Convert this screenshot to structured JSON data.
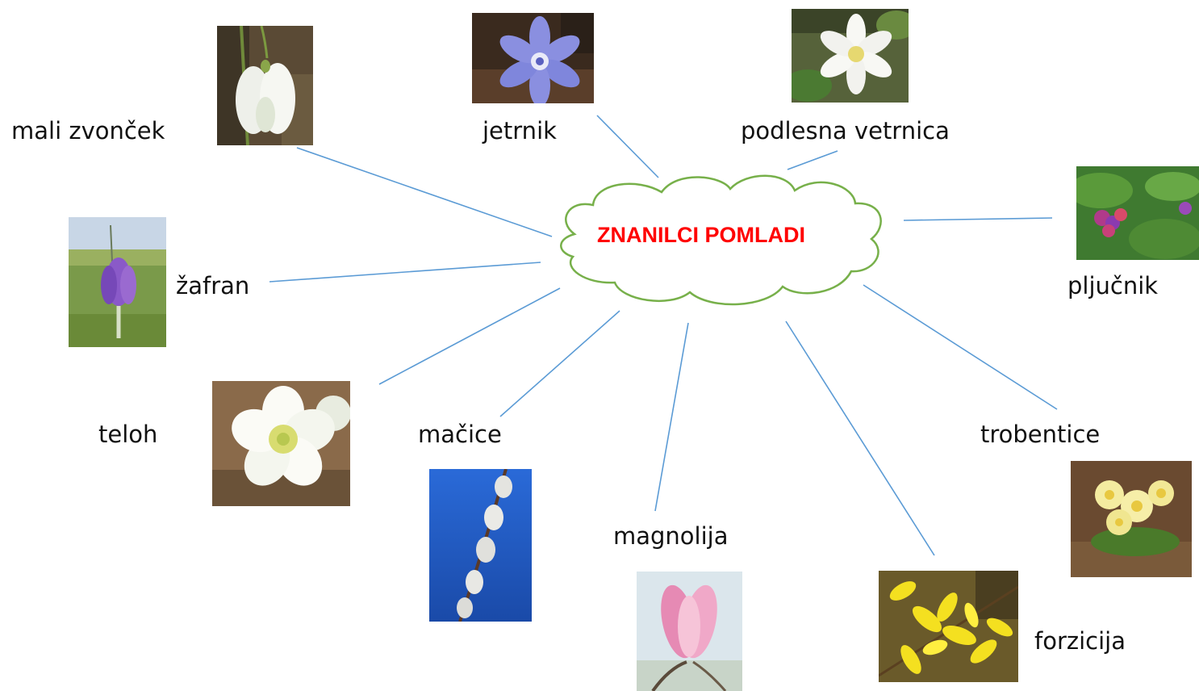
{
  "title": "ZNANILCI POMLADI",
  "colors": {
    "title": "#ff0000",
    "cloud_stroke": "#77b04a",
    "connector": "#5b9bd5"
  },
  "flowers": [
    {
      "id": "mali-zvoncek",
      "label": "mali zvonček",
      "image": "white snowdrop flower photo"
    },
    {
      "id": "jetrnik",
      "label": "jetrnik",
      "image": "blue-violet hepatica flower photo"
    },
    {
      "id": "podlesna-vetrnica",
      "label": "podlesna vetrnica",
      "image": "white wood anemone flower photo"
    },
    {
      "id": "pljucnik",
      "label": "pljučnik",
      "image": "pink-purple lungwort flowers photo"
    },
    {
      "id": "zafran",
      "label": "žafran",
      "image": "purple crocus in meadow photo"
    },
    {
      "id": "teloh",
      "label": "teloh",
      "image": "white hellebore flower photo"
    },
    {
      "id": "macice",
      "label": "mačice",
      "image": "willow catkins against blue sky photo"
    },
    {
      "id": "magnolija",
      "label": "magnolija",
      "image": "pink magnolia blossom photo"
    },
    {
      "id": "forzicija",
      "label": "forzicija",
      "image": "yellow forsythia flowers photo"
    },
    {
      "id": "trobentice",
      "label": "trobentice",
      "image": "pale yellow primrose flowers photo"
    }
  ]
}
